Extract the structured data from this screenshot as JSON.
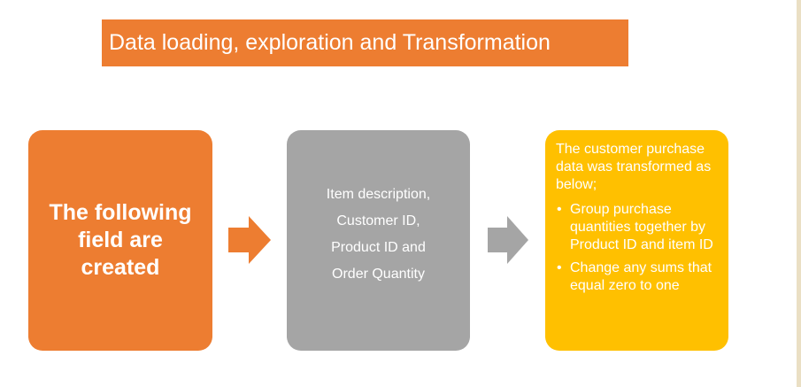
{
  "title": "Data loading, exploration and Transformation",
  "steps": [
    {
      "text": "The following field are created",
      "color": "#ED7D31"
    },
    {
      "lines": [
        "Item description,",
        "Customer ID,",
        "Product ID and",
        "Order Quantity"
      ],
      "color": "#A5A5A5"
    },
    {
      "intro": "The customer purchase data was transformed as below;",
      "bullets": [
        "Group purchase quantities together by Product ID and item ID",
        "Change any sums that equal zero to one"
      ],
      "color": "#FFC000"
    }
  ],
  "arrow_colors": [
    "#ED7D31",
    "#A5A5A5"
  ]
}
